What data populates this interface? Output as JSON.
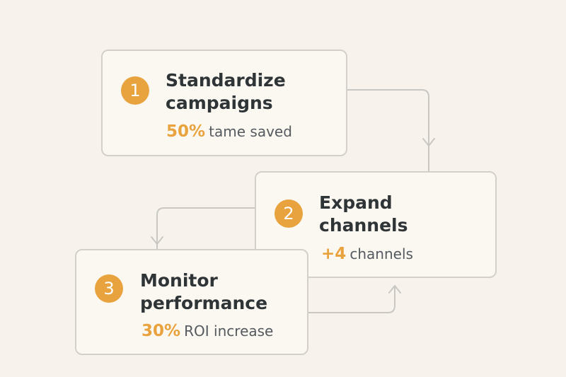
{
  "steps": [
    {
      "number": "1",
      "title_line1": "Standardize",
      "title_line2": "campaigns",
      "metric_value": "50%",
      "metric_label": "tame saved"
    },
    {
      "number": "2",
      "title_line1": "Expand",
      "title_line2": "channels",
      "metric_value": "+4",
      "metric_label": "channels"
    },
    {
      "number": "3",
      "title_line1": "Monitor",
      "title_line2": "performance",
      "metric_value": "30%",
      "metric_label": "ROI increase"
    }
  ],
  "colors": {
    "background": "#f7f3ec",
    "card_background": "#fbf8f2",
    "card_border": "#d3d0cb",
    "accent": "#e9a33e",
    "title_text": "#2f3437",
    "label_text": "#545a5e",
    "connector": "#c9c7c4"
  }
}
